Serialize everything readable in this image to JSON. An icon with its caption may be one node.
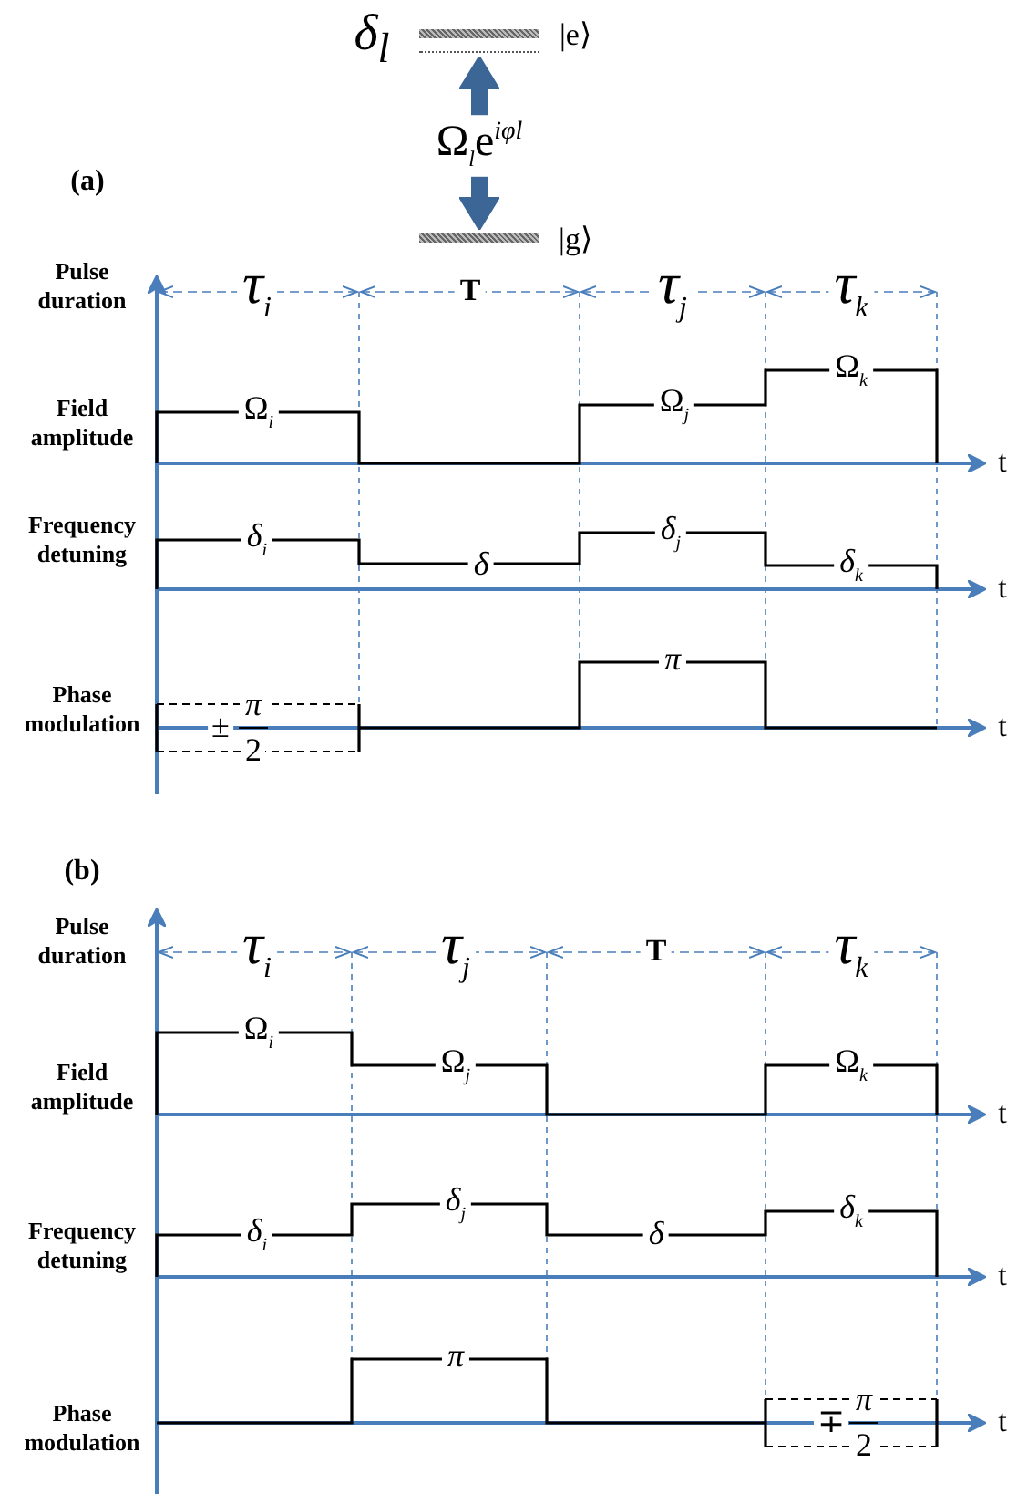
{
  "diagram": {
    "nodes": [
      {
        "text": [],
        "shape": "bar",
        "beside": [
          "δ$_{l}$",
          "|e⟩"
        ]
      },
      {
        "text": [
          "Ω$_{l}$e$^{iφl}$"
        ]
      },
      {
        "text": [],
        "shape": "bar",
        "beside": [
          "|g⟩"
        ]
      }
    ],
    "edges": [
      {
        "from": 1,
        "to": 0,
        "arrow": "to"
      },
      {
        "from": 1,
        "to": 2,
        "arrow": "to"
      }
    ],
    "labels": [
      "(a)",
      "Pulse duration",
      "τ$_{i}$",
      "T",
      "τ$_{j}$",
      "τ$_{k}$",
      "Field amplitude",
      "Ω$_{i}$",
      "Ω$_{j}$",
      "Ω$_{k}$",
      "t",
      "Frequency detuning",
      "δ$_{i}$",
      "δ",
      "δ$_{j}$",
      "δ$_{k}$",
      "t",
      "π",
      "Phase modulation",
      "±",
      "π",
      "2",
      "t",
      "(b)",
      "Pulse duration",
      "τ$_{i}$",
      "τ$_{j}$",
      "T",
      "τ$_{k}$",
      "Field amplitude",
      "Ω$_{i}$",
      "Ω$_{j}$",
      "Ω$_{k}$",
      "t",
      "Frequency detuning",
      "δ$_{i}$",
      "δ$_{j}$",
      "δ",
      "δ$_{k}$",
      "t",
      "π",
      "Phase modulation",
      "∓",
      "π",
      "2",
      "t"
    ]
  }
}
